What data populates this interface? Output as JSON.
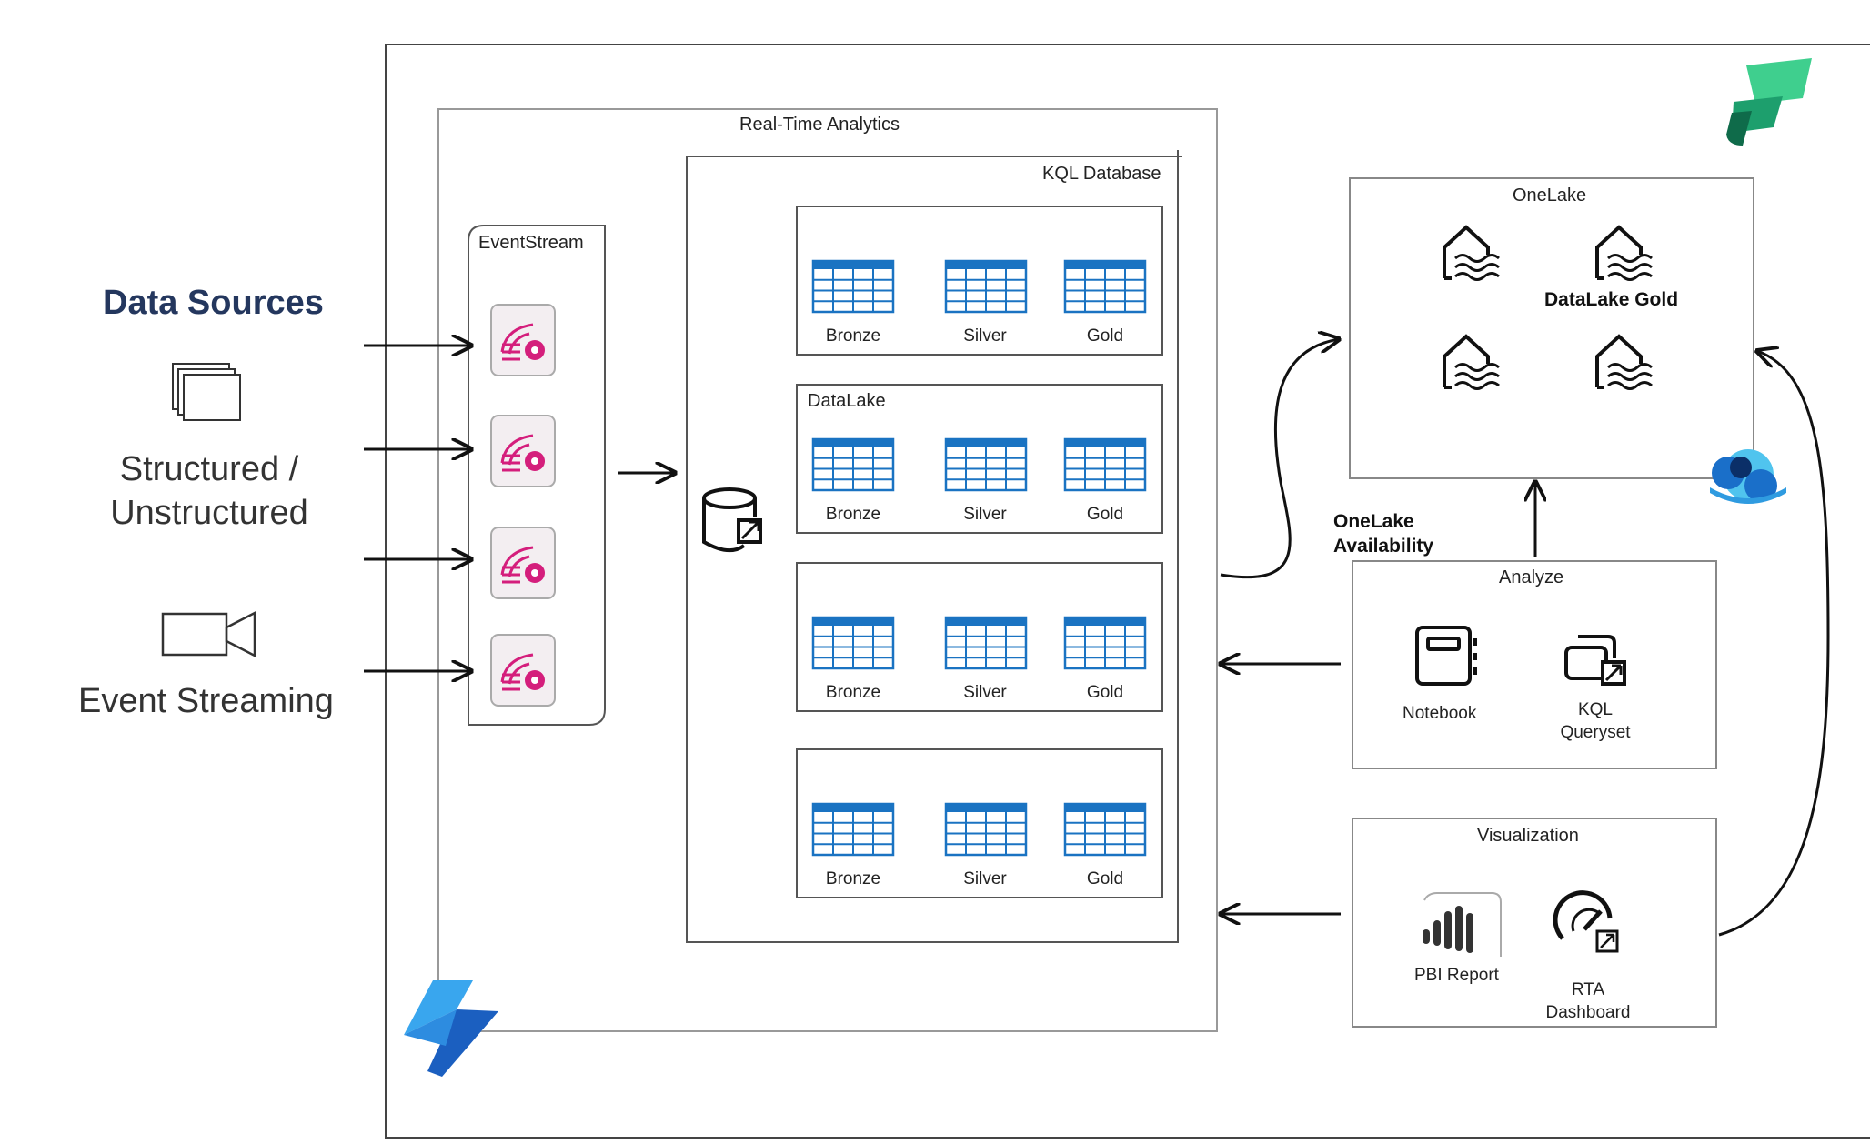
{
  "data_sources": {
    "title": "Data Sources",
    "structured_label": "Structured /\nUnstructured",
    "streaming_label": "Event Streaming"
  },
  "rta": {
    "title": "Real-Time Analytics",
    "eventstream_title": "EventStream",
    "kql_title": "KQL Database",
    "datalake_title": "DataLake",
    "tiers": [
      "Bronze",
      "Silver",
      "Gold"
    ]
  },
  "onelake": {
    "title": "OneLake",
    "gold_label": "DataLake Gold",
    "availability_label": "OneLake\nAvailability"
  },
  "analyze": {
    "title": "Analyze",
    "notebook_label": "Notebook",
    "kql_queryset_label": "KQL\nQueryset"
  },
  "visualization": {
    "title": "Visualization",
    "pbi_label": "PBI Report",
    "rta_label": "RTA\nDashboard"
  },
  "colors": {
    "heading": "#24375e",
    "table_blue": "#1a73c2",
    "eventstream_pink": "#d41e7c",
    "line": "#333333"
  }
}
